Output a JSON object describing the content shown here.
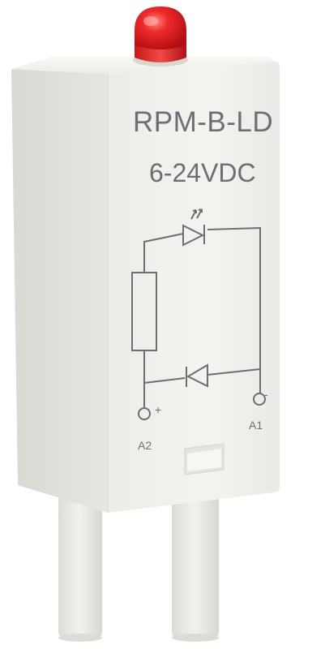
{
  "product": {
    "model": "RPM-B-LD",
    "voltage": "6-24VDC"
  },
  "schematic": {
    "pin_left_label": "A2",
    "pin_right_label": "A1",
    "pin_left_polarity": "+",
    "pin_right_polarity": "-"
  },
  "colors": {
    "housing": "#eeeeea",
    "housing_side": "#dcdcd6",
    "printing": "#6d6e70",
    "led": "#e3141c",
    "pins": "#e8e8e4"
  },
  "icons": [
    "led-lamp-icon",
    "resistor-icon",
    "led-diode-icon",
    "diode-icon",
    "terminal-icon"
  ]
}
